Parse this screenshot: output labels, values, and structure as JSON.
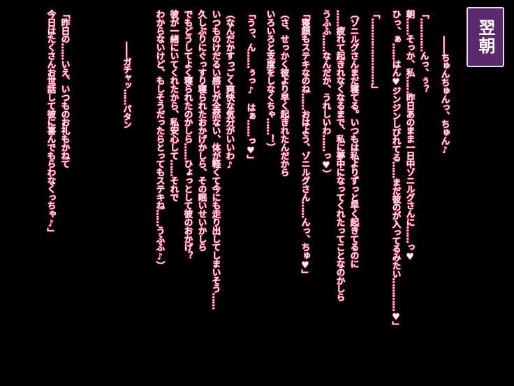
{
  "badge": {
    "label": "翌朝",
    "color": "#5b2a6e"
  },
  "colors": {
    "background": "#000000",
    "text": "#ffffff",
    "outline": "#e0144f"
  },
  "lines": [
    {
      "text": "――ちゅんちゅんっ、ちゅん♪"
    },
    {
      "text": "「…………んっ、ぅ？"
    },
    {
      "text": "朝……そっか、私……昨日あのまま一日中ゾニルグさんに……っ♥"
    },
    {
      "text": "ひっ、ぁ……はん♥ジンジンしびれてる……まだ彼のが入ってるみたい…………♥」"
    },
    {
      "text": "「……………………」"
    },
    {
      "text": "（ゾニルグさんまだ寝てる。いつもは私よりずっと早く起きてるのに"
    },
    {
      "text": "……疲れて起きれなくなるまで、私に夢中になってくれたってことなのかしら"
    },
    {
      "text": "うふふ……なんだか、うれしいわ……っ♥）"
    },
    {
      "text": "「寝顔もステキなのね……おはよう、ゾニルグさん……んっ、ちゅ♥」"
    },
    {
      "text": "（さ、せっかく彼より早く起きれたんだから"
    },
    {
      "text": "いろいろと支度をしなくちゃ……！）"
    },
    {
      "text": "「うっ、ん……ぅっ♪　はぁ……っ♥」"
    },
    {
      "text": "（なんだかすっごく爽快な気分がいいわ♪"
    },
    {
      "text": "いつものけだるい感じが全然ない、体が軽くて今にも走り出してしまいそう……"
    },
    {
      "text": "久しぶりにぐっすり寝られたおかげかしら、その眠いせいかしら"
    },
    {
      "text": "でもどうしてよく寝られたのかしら……ひょっとして彼のおかげ？"
    },
    {
      "text": "彼が一緒にいてくれたから、私安心して……それで"
    },
    {
      "text": "わからないけど、もしそうだったらとってもステキね……うふふ♪）"
    },
    {
      "text": "――ガチャッ……パタン",
      "sfx": true
    },
    {
      "text": "「昨日の……いえ、いつものお礼もかねて"
    },
    {
      "text": "今日はたくさんお世話して彼に喜んでもらわなくっちゃ♪」"
    }
  ]
}
